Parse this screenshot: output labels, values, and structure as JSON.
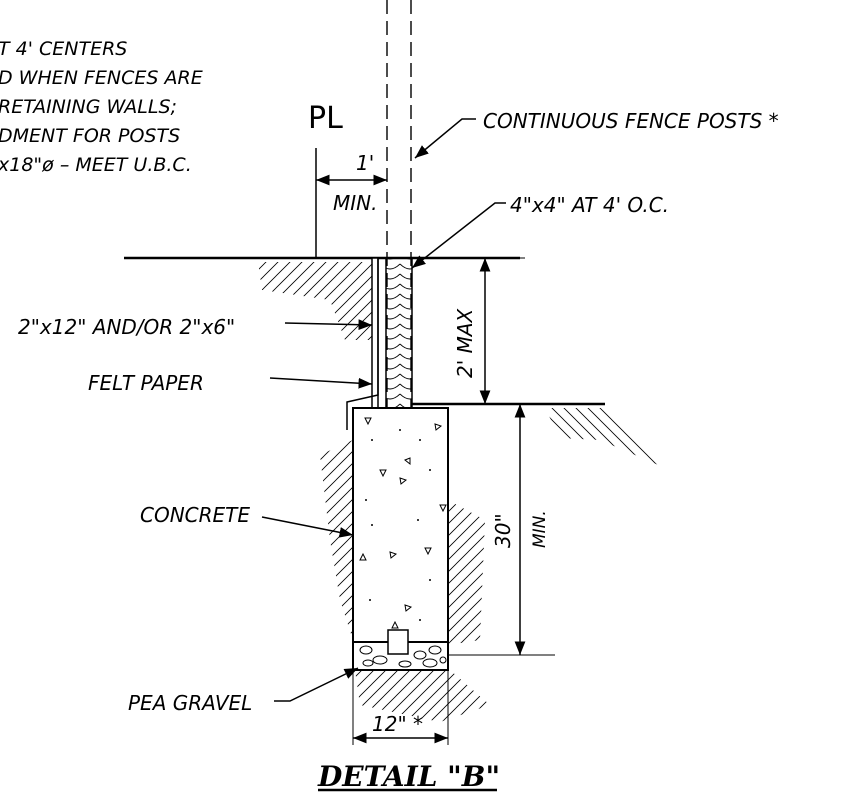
{
  "notes": {
    "lines": [
      "T 4' CENTERS",
      "D WHEN FENCES ARE",
      "RETAINING WALLS;",
      "DMENT FOR POSTS",
      "x18\"ø – MEET U.B.C."
    ]
  },
  "labels": {
    "property_line": "PL",
    "continuous_posts": "CONTINUOUS FENCE POSTS *",
    "offset_dim": "1'",
    "offset_min": "MIN.",
    "post_size": "4\"x4\" AT 4' O.C.",
    "boards": "2\"x12\" AND/OR 2\"x6\"",
    "felt": "FELT PAPER",
    "wall_height": "2' MAX",
    "concrete": "CONCRETE",
    "depth": "30\"",
    "depth_min": "MIN.",
    "gravel": "PEA GRAVEL",
    "width": "12\" *"
  },
  "title": "DETAIL \"B\""
}
